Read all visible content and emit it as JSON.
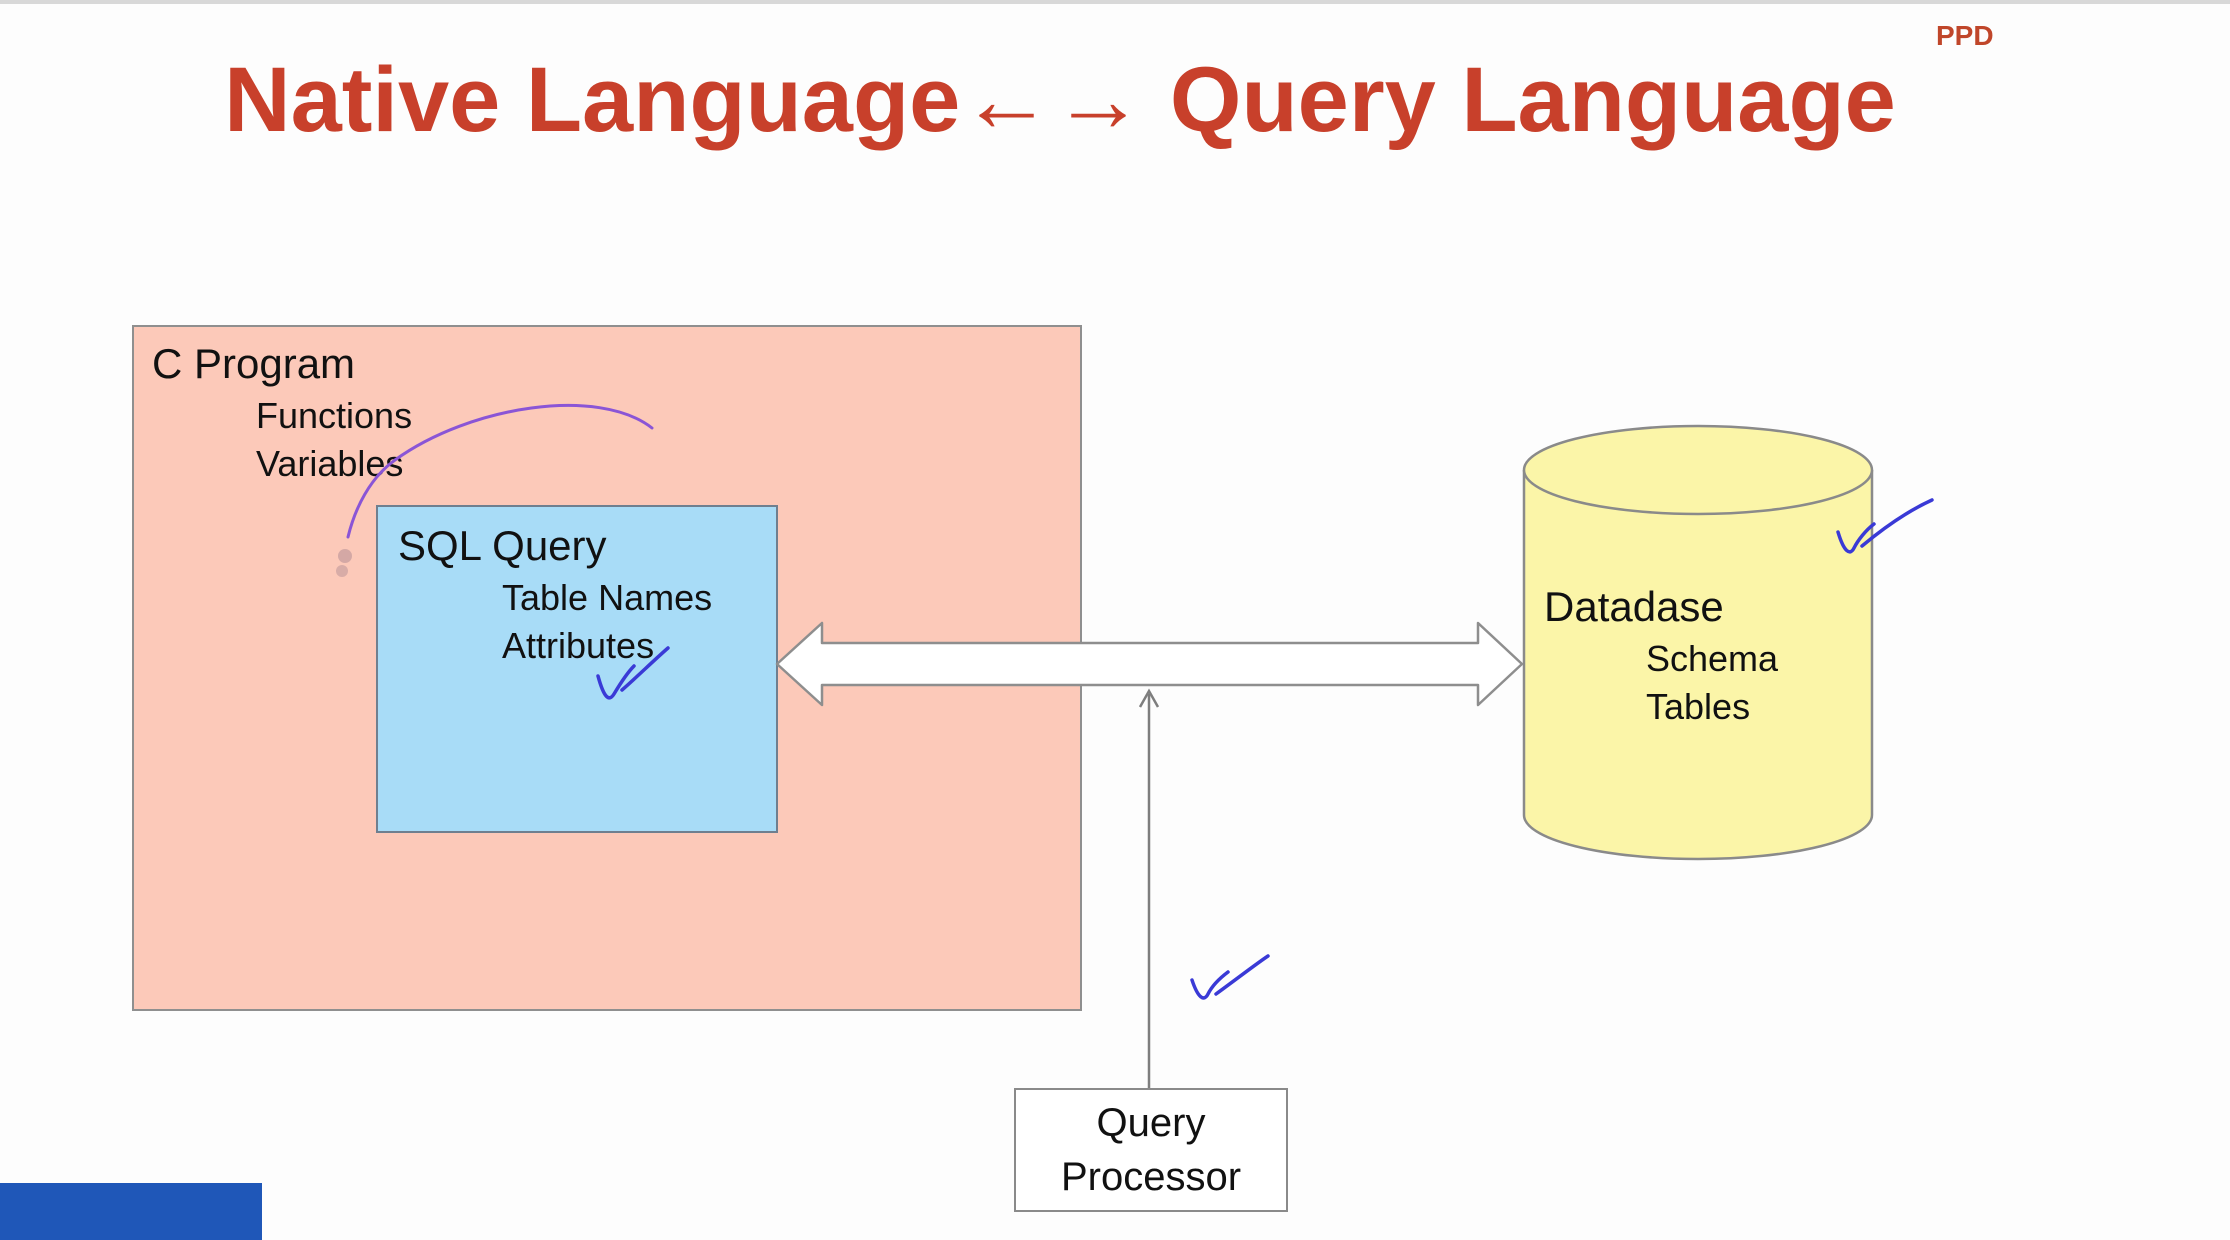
{
  "slide": {
    "brand": "PPD",
    "title": "Native Language←→ Query Language"
  },
  "c_program": {
    "title": "C Program",
    "items": [
      "Functions",
      "Variables"
    ]
  },
  "sql_query": {
    "title": "SQL Query",
    "items": [
      "Table Names",
      "Attributes"
    ]
  },
  "database": {
    "title": "Datadase",
    "items": [
      "Schema",
      "Tables"
    ]
  },
  "query_processor": {
    "lines": [
      "Query",
      "Processor"
    ]
  },
  "colors": {
    "title": "#c8402b",
    "c_program_fill": "#fcc9b9",
    "sql_query_fill": "#a8dcf7",
    "database_fill": "#fbf5a8",
    "annotation_blue": "#3a3ad6",
    "annotation_purple": "#8a55d6"
  }
}
